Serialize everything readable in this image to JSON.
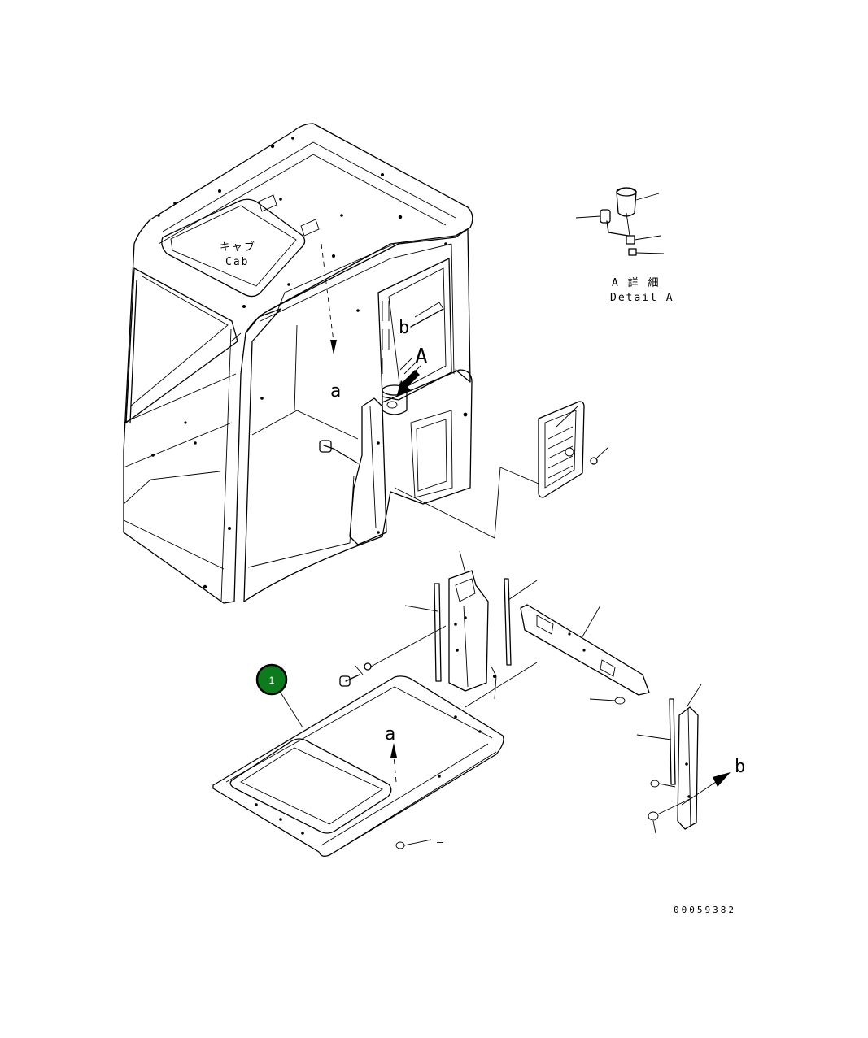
{
  "labels": {
    "cab_jp": "キャブ",
    "cab_en": "Cab",
    "detail_jp": "A 詳 細",
    "detail_en": "Detail A",
    "arrow_a_top": "a",
    "arrow_a_bottom": "a",
    "marker_A": "A",
    "marker_b_top": "b",
    "marker_b_right": "b",
    "callout_dash": "–",
    "drawing_no": "00059382"
  },
  "badge": {
    "number": "1",
    "color": "#0e7a1e"
  }
}
